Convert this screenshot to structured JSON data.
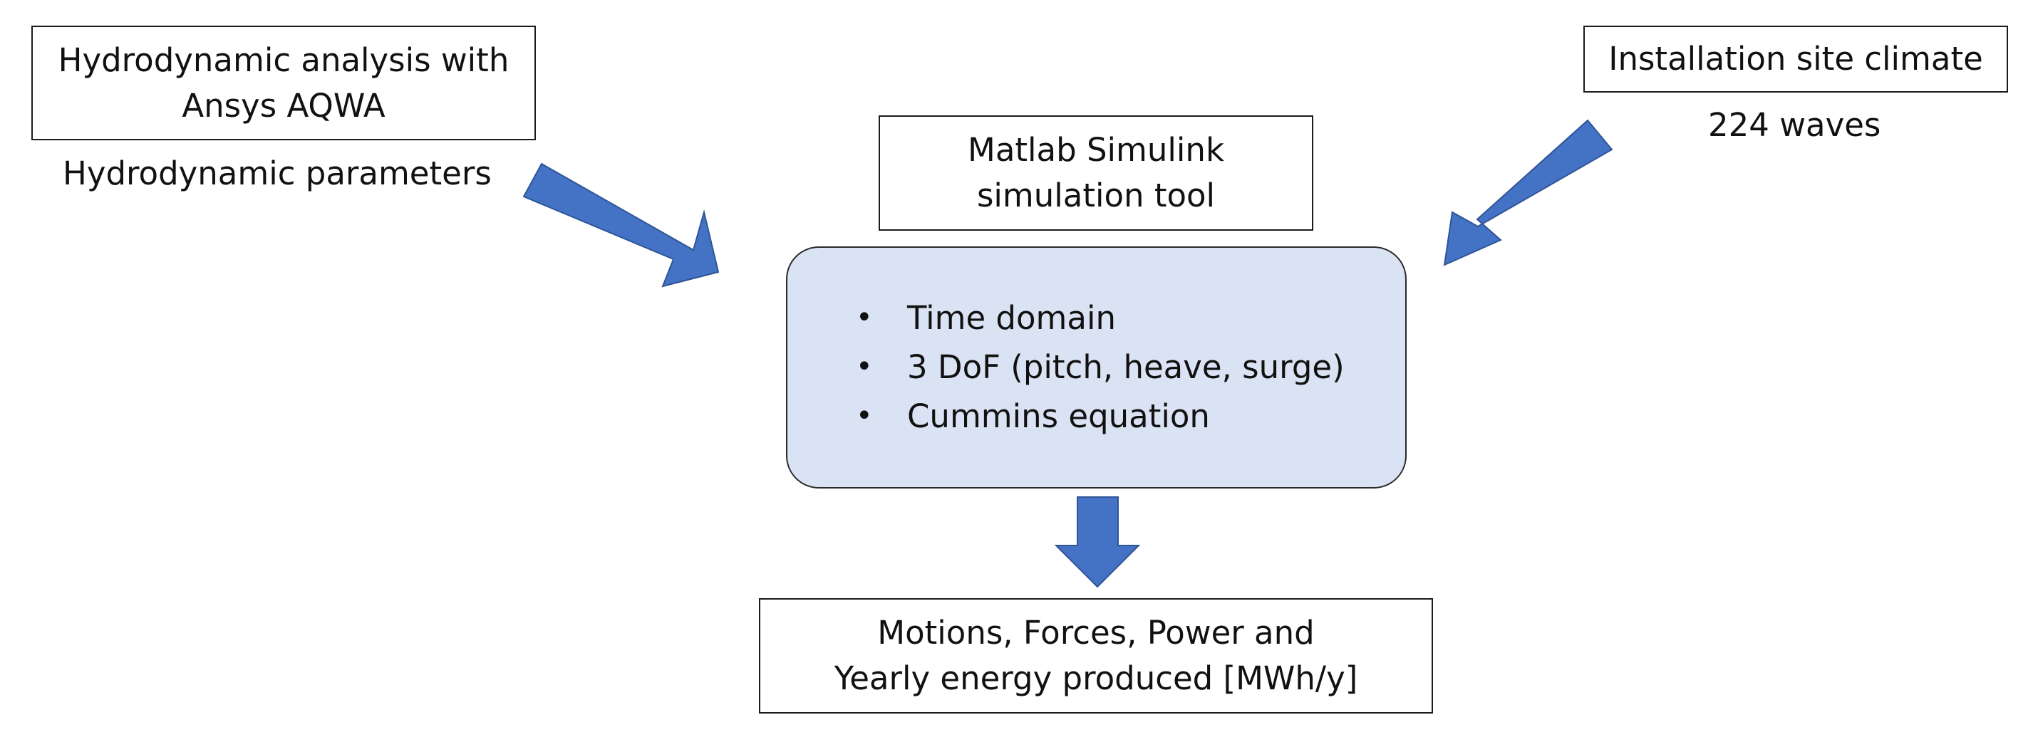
{
  "colors": {
    "arrow_fill": "#4472c4",
    "arrow_stroke": "#2f5597",
    "simulation_box_fill": "#dae3f3"
  },
  "hydrodynamic_analysis": {
    "line1": "Hydrodynamic analysis with",
    "line2": "Ansys AQWA",
    "output_label": "Hydrodynamic parameters"
  },
  "site_climate": {
    "title": "Installation site climate",
    "output_label": "224 waves"
  },
  "simulation_tool": {
    "line1": "Matlab Simulink",
    "line2": "simulation tool"
  },
  "simulation_features": {
    "bullet_glyph": "•",
    "items": [
      "Time domain",
      "3 DoF (pitch, heave, surge)",
      "Cummins equation"
    ]
  },
  "results": {
    "line1": "Motions, Forces, Power and",
    "line2": "Yearly energy produced [MWh/y]"
  }
}
